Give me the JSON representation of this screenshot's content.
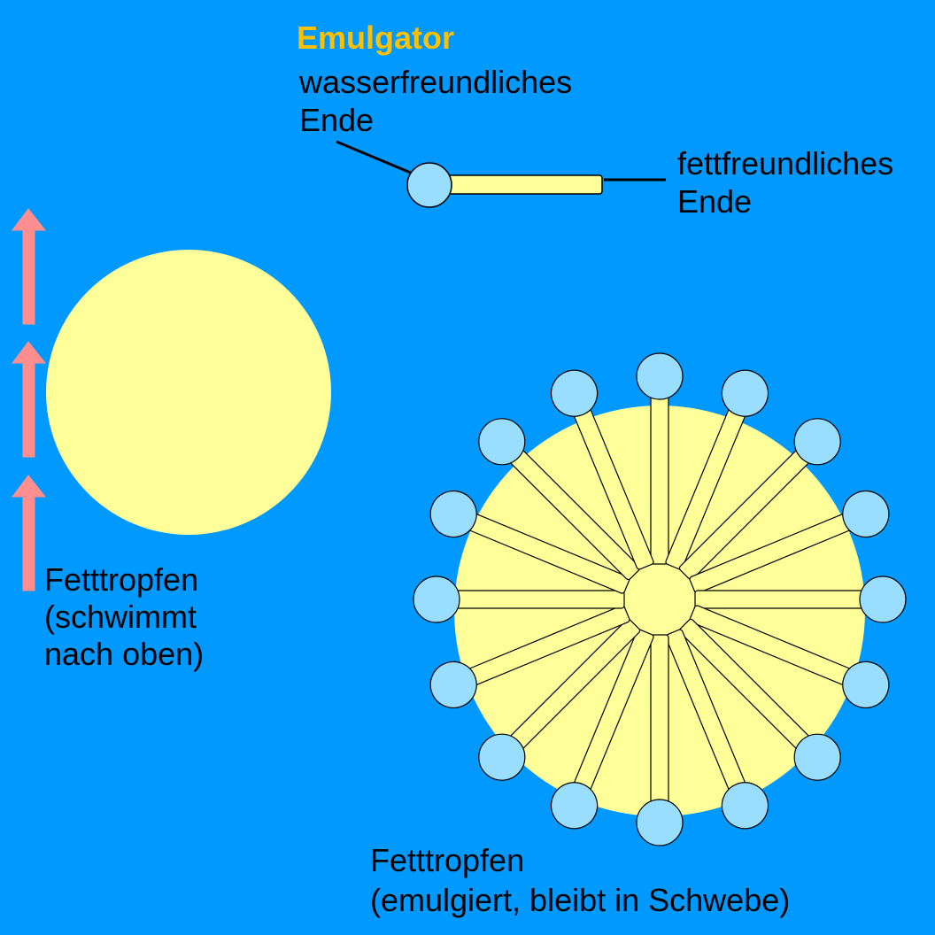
{
  "colors": {
    "background": "#0099FF",
    "fat": "#FFFF99",
    "head": "#99DDFF",
    "arrow": "#FF8E8E",
    "title": "#FFC000",
    "outline": "#000000"
  },
  "emulsifier": {
    "title": "Emulgator",
    "hydrophilic_label": [
      "wasserfreundliches",
      "Ende"
    ],
    "lipophilic_label": [
      "fettfreundliches",
      "Ende"
    ]
  },
  "free_droplet": {
    "caption": [
      "Fetttropfen",
      "(schwimmt",
      "nach oben)"
    ],
    "arrow_count": 3
  },
  "emulsified_droplet": {
    "caption": [
      "Fetttropfen",
      "(emulgiert, bleibt in Schwebe)"
    ],
    "molecule_count": 16
  }
}
